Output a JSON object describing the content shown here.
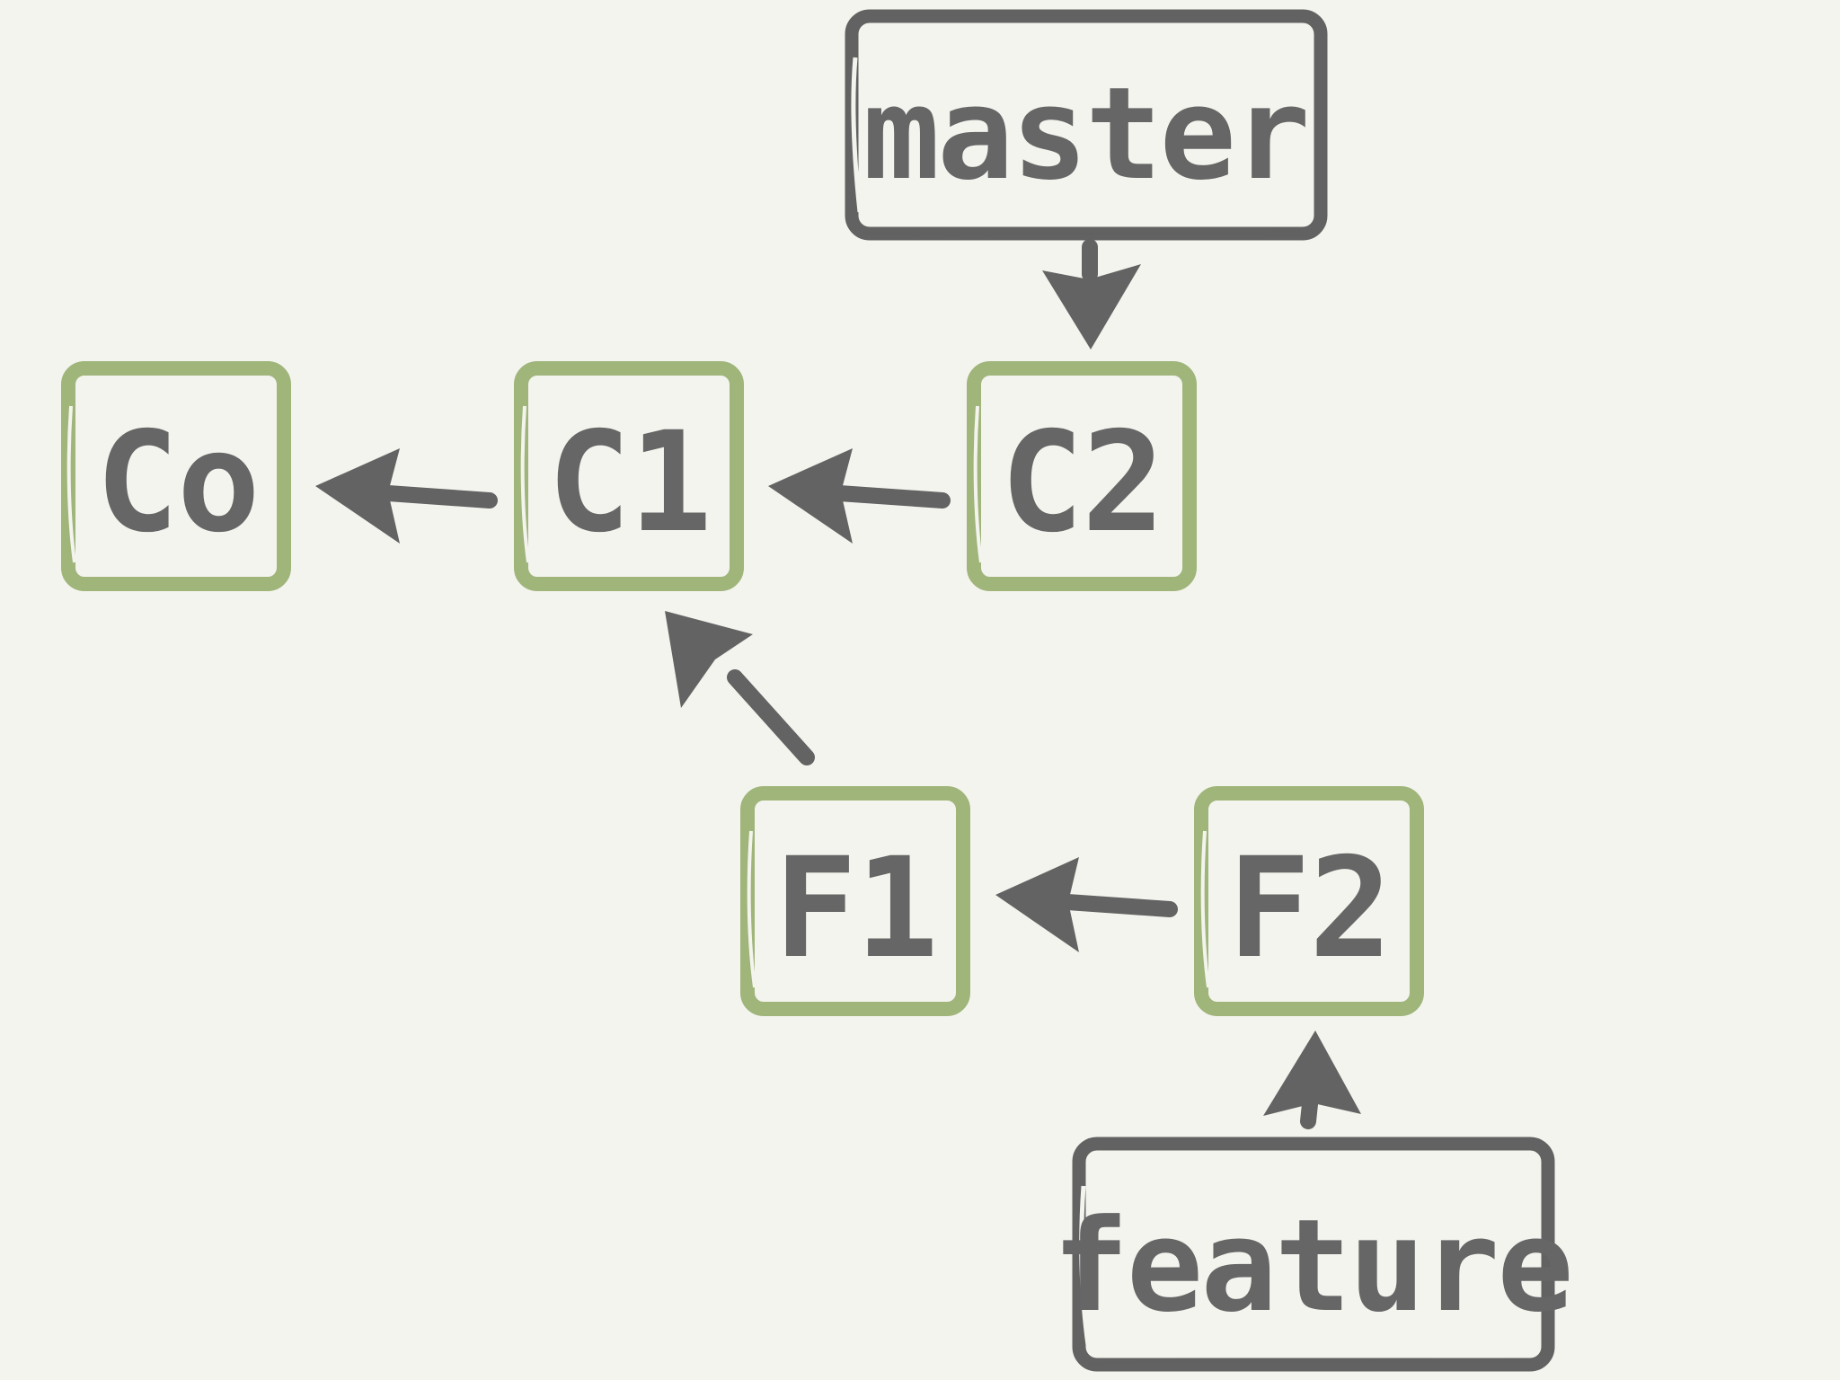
{
  "diagram": {
    "commits": {
      "c0": "Co",
      "c1": "C1",
      "c2": "C2",
      "f1": "F1",
      "f2": "F2"
    },
    "branches": {
      "master": "master",
      "feature": "feature"
    },
    "colors": {
      "background": "#f4f4ef",
      "commit_border": "#9fb57a",
      "ink": "#636363",
      "branch_border": "#626262"
    }
  }
}
